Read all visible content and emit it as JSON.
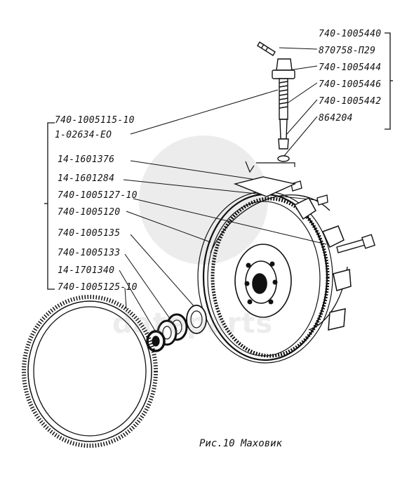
{
  "labels_right": [
    "740-1005440",
    "870758-П29",
    "740-1005444",
    "740-1005446",
    "740-1005442",
    "864204"
  ],
  "labels_left_a": [
    "740-1005115-10",
    "1-02634-ЕО"
  ],
  "labels_left_b": [
    "14-1601376",
    "14-1601284",
    "740-1005127-10",
    "740-1005120",
    "740-1005135",
    "740-1005133",
    "14-1701340",
    "740-1005125-10"
  ],
  "caption": "Рис.10 Маховик",
  "watermark": "dateparts",
  "colors": {
    "ink": "#111111",
    "watermark": "#cfcfcf"
  }
}
